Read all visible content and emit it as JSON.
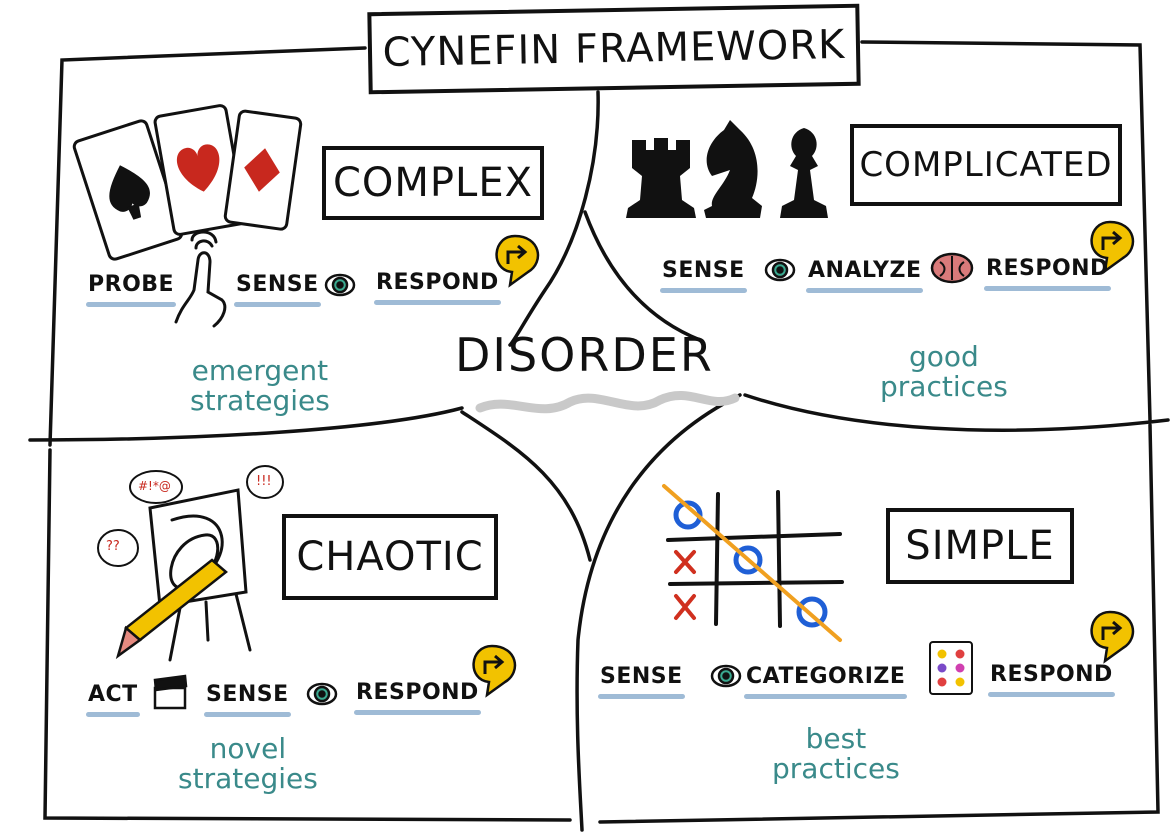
{
  "title": "CYNEFIN FRAMEWORK",
  "center_label": "DISORDER",
  "quadrants": {
    "complex": {
      "title": "COMPLEX",
      "steps": [
        "PROBE",
        "SENSE",
        "RESPOND"
      ],
      "note_lines": [
        "emergent",
        "strategies"
      ]
    },
    "complicated": {
      "title": "COMPLICATED",
      "steps": [
        "SENSE",
        "ANALYZE",
        "RESPOND"
      ],
      "note_lines": [
        "good",
        "practices"
      ]
    },
    "chaotic": {
      "title": "CHAOTIC",
      "steps": [
        "ACT",
        "SENSE",
        "RESPOND"
      ],
      "note_lines": [
        "novel",
        "strategies"
      ],
      "speech_bubbles": [
        "#!*@",
        "!!!",
        "??"
      ]
    },
    "simple": {
      "title": "SIMPLE",
      "steps": [
        "SENSE",
        "CATEGORIZE",
        "RESPOND"
      ],
      "note_lines": [
        "best",
        "practices"
      ]
    }
  },
  "colors": {
    "ink": "#111111",
    "underline": "#9fbbd6",
    "note_text": "#3a8a8a",
    "respond_bubble": "#f2c200",
    "eye_iris": "#3aa88f",
    "heart_red": "#c8281e",
    "tictactoe_o": "#1f5fd6",
    "tictactoe_x": "#d0301f",
    "tictactoe_line": "#f0a020",
    "disorder_smudge": "#c9c9c9"
  }
}
